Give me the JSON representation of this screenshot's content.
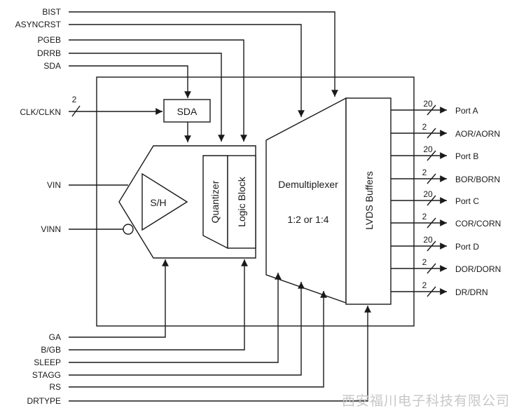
{
  "inputs_top": {
    "bist": "BIST",
    "asynccrst": "ASYNCRST",
    "pgeb": "PGEB",
    "drrb": "DRRB",
    "sda": "SDA"
  },
  "inputs_left": {
    "clk": "CLK/CLKN",
    "clk_width": "2",
    "vin": "VIN",
    "vinn": "VINN"
  },
  "inputs_bottom": {
    "ga": "GA",
    "bgb": "B/GB",
    "sleep": "SLEEP",
    "stagg": "STAGG",
    "rs": "RS",
    "drtype": "DRTYPE"
  },
  "blocks": {
    "sda": "SDA",
    "sh": "S/H",
    "quantizer": "Quantizer",
    "logic": "Logic Block",
    "demux_title": "Demultiplexer",
    "demux_ratio": "1:2 or 1:4",
    "lvds": "LVDS Buffers"
  },
  "outputs": [
    {
      "label": "Port A",
      "width": "20"
    },
    {
      "label": "AOR/AORN",
      "width": "2"
    },
    {
      "label": "Port B",
      "width": "20"
    },
    {
      "label": "BOR/BORN",
      "width": "2"
    },
    {
      "label": "Port C",
      "width": "20"
    },
    {
      "label": "COR/CORN",
      "width": "2"
    },
    {
      "label": "Port D",
      "width": "20"
    },
    {
      "label": "DOR/DORN",
      "width": "2"
    },
    {
      "label": "DR/DRN",
      "width": "2"
    }
  ],
  "watermark": "西安福川电子科技有限公司",
  "colors": {
    "line": "#1a1a1a",
    "watermark": "#c7c7c7"
  }
}
